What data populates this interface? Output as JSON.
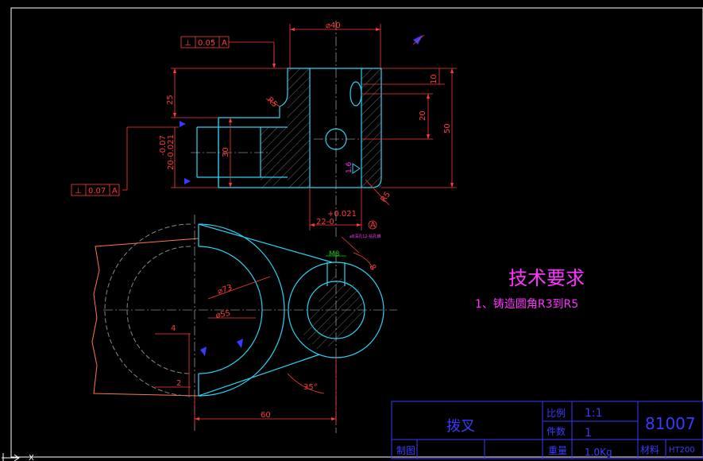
{
  "drawing": {
    "colors": {
      "background": "#000000",
      "outline": "#2ad4f5",
      "dimension": "#ff3b3b",
      "hatch": "#6a6a6a",
      "center": "#c8c8c8",
      "magenta": "#ff33ff",
      "titleblock": "#3a3aff",
      "green": "#00d000",
      "leader": "#ff7744"
    },
    "front_view": {
      "dims": {
        "d40": "⌀40",
        "top10": "10",
        "mid20": "20",
        "total50": "50",
        "left25": "25",
        "d30": "30",
        "r5a": "R5",
        "r5b": "R5",
        "tol_bore": "22-0",
        "tol_bore_up": "+0.021",
        "tol_side_1": "-0.07",
        "tol_side_2": "20-0.021",
        "rough": "1.6"
      },
      "fcf_top": {
        "symbol": "⊥",
        "value": "0.05",
        "datum": "A"
      },
      "fcf_bottom": {
        "symbol": "⊥",
        "value": "0.07",
        "datum": "A"
      },
      "datum_mark": "A"
    },
    "top_view": {
      "dims": {
        "d73": "⌀73",
        "d55": "⌀55",
        "d4": "4",
        "d2": "2",
        "d60": "60",
        "angle35": "35°",
        "m8": "M8",
        "d8": "8"
      },
      "note_tiny": "⌀8深孔12-钻孔锥"
    },
    "tech_req": {
      "title": "技术要求",
      "line1": "1、铸造圆角R3到R5"
    },
    "title_block": {
      "part_name": "拨叉",
      "scale_label": "比例",
      "scale_value": "1:1",
      "drawing_no": "81007",
      "qty_label": "件数",
      "qty_value": "1",
      "draw_label": "制图",
      "weight_label": "重量",
      "weight_value": "1.0Kg",
      "material_label": "材料",
      "material_value": "HT200"
    },
    "ucs": {
      "x_label": "X"
    }
  }
}
